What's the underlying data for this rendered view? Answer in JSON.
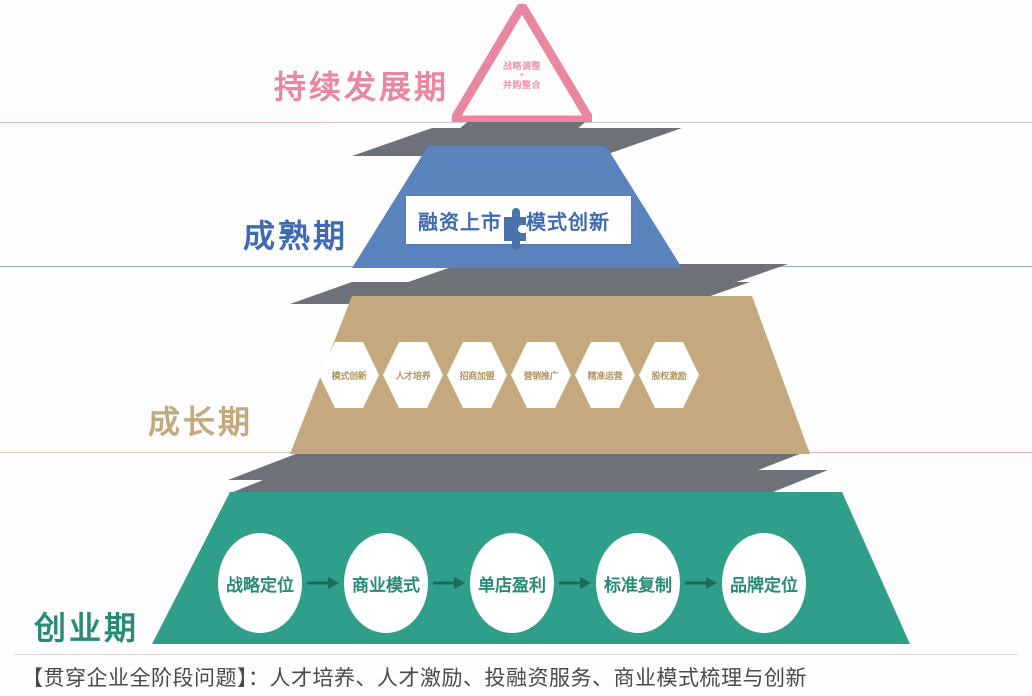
{
  "diagram": {
    "title": "企业发展阶段金字塔",
    "colors": {
      "apex_pink": "#e8879f",
      "apex_pink_light": "#ef94ad",
      "mature_blue": "#5b84bf",
      "mature_blue_text": "#3f6cb0",
      "growth_tan": "#c4a97f",
      "growth_tan_text": "#b3945f",
      "startup_teal": "#2f9e8a",
      "startup_teal_text": "#2a8a78",
      "shadow_gray": "#6d7278",
      "footer_text": "#4a4a4a"
    },
    "tiers": [
      {
        "key": "sustained",
        "stage_label": "持续发展期",
        "label_color": "#e8879f",
        "shape": "triangle",
        "items": [
          "战略调整",
          "并购整合"
        ]
      },
      {
        "key": "mature",
        "stage_label": "成熟期",
        "label_color": "#3f6cb0",
        "shape": "trapezoid",
        "items": [
          "融资上市",
          "模式创新"
        ],
        "connector": "puzzle-piece"
      },
      {
        "key": "growth",
        "stage_label": "成长期",
        "label_color": "#c4a97f",
        "shape": "trapezoid",
        "items": [
          "模式创新",
          "人才培养",
          "招商加盟",
          "营销推广",
          "精准运营",
          "股权激励"
        ]
      },
      {
        "key": "startup",
        "stage_label": "创业期",
        "label_color": "#2a8a78",
        "shape": "trapezoid",
        "items": [
          "战略定位",
          "商业模式",
          "单店盈利",
          "标准复制",
          "品牌定位"
        ],
        "connector": "arrow"
      }
    ]
  },
  "footer": {
    "text": "【贯穿企业全阶段问题】：人才培养、人才激励、投融资服务、商业模式梳理与创新"
  }
}
